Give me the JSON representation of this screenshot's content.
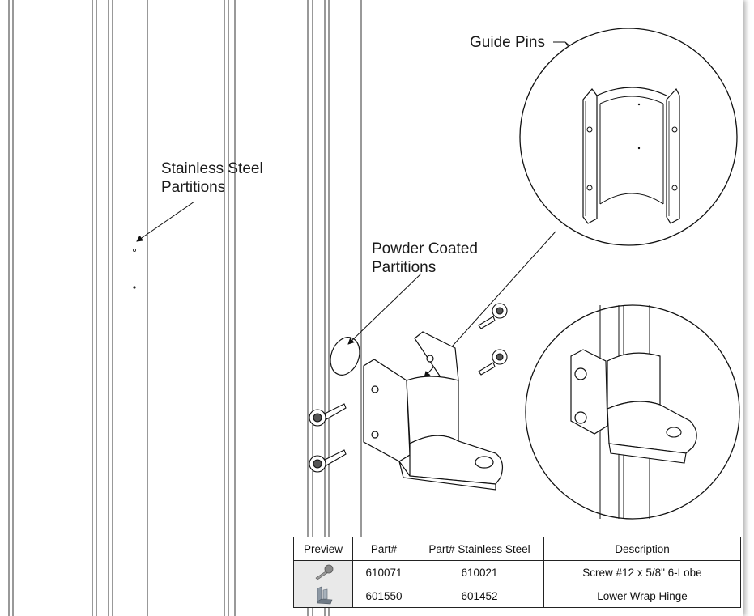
{
  "callouts": {
    "guide_pins": "Guide Pins",
    "stainless_line1": "Stainless Steel",
    "stainless_line2": "Partitions",
    "powder_line1": "Powder Coated",
    "powder_line2": "Partitions"
  },
  "table": {
    "headers": [
      "Preview",
      "Part#",
      "Part# Stainless Steel",
      "Description"
    ],
    "rows": [
      {
        "preview_icon": "screw-thumbnail-icon",
        "part": "610071",
        "part_ss": "610021",
        "description": "Screw #12 x 5/8\" 6-Lobe"
      },
      {
        "preview_icon": "hinge-thumbnail-icon",
        "part": "601550",
        "part_ss": "601452",
        "description": "Lower Wrap Hinge"
      }
    ]
  }
}
